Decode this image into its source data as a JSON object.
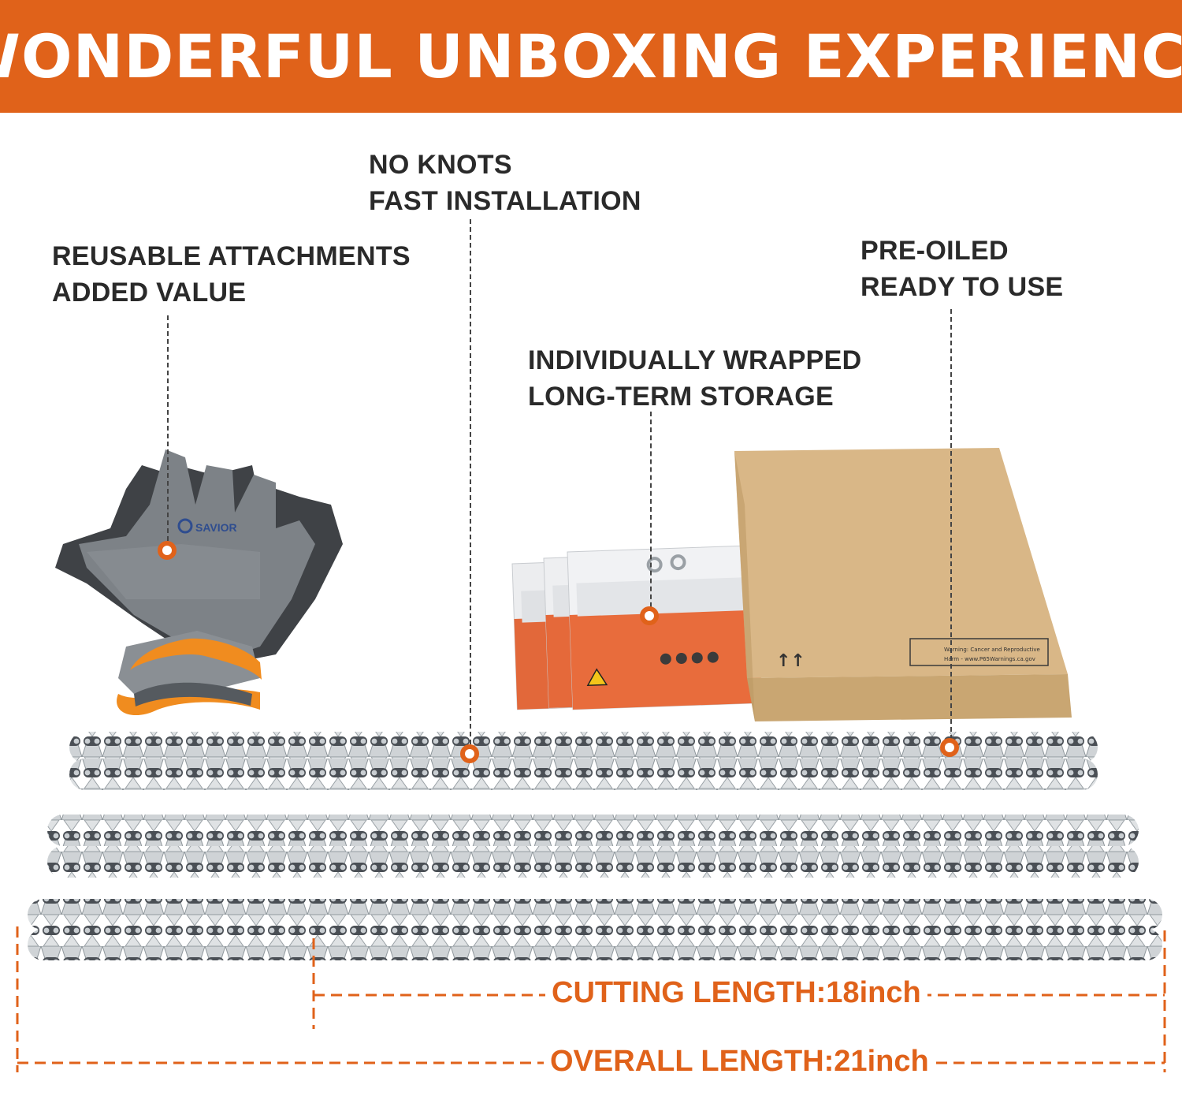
{
  "banner": {
    "title": "WONDERFUL UNBOXING EXPERIENCE",
    "color": "#e0621a"
  },
  "callouts": {
    "no_knots": {
      "line1": "NO KNOTS",
      "line2": "FAST INSTALLATION"
    },
    "reusable": {
      "line1": "REUSABLE ATTACHMENTS",
      "line2": "ADDED VALUE"
    },
    "pre_oiled": {
      "line1": "PRE-OILED",
      "line2": "READY TO USE"
    },
    "wrapped": {
      "line1": "INDIVIDUALLY WRAPPED",
      "line2": "LONG-TERM STORAGE"
    }
  },
  "glove": {
    "brand": "SAVIOR"
  },
  "box": {
    "arrows": "↑↑",
    "warning": "Warning: Cancer and Reproductive",
    "warning2": "Harm - www.P65Warnings.ca.gov"
  },
  "dimensions": {
    "cutting": {
      "label": "CUTTING LENGTH:",
      "value": "18inch"
    },
    "overall": {
      "label": "OVERALL LENGTH:",
      "value": "21inch"
    }
  }
}
